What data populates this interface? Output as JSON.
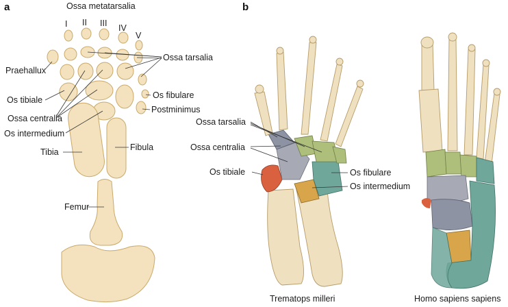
{
  "panel_a": {
    "letter": "a",
    "labels": {
      "ossa_metatarsalia": "Ossa metatarsalia",
      "digit_1": "I",
      "digit_2": "II",
      "digit_3": "III",
      "digit_4": "IV",
      "digit_5": "V",
      "praehallux": "Praehallux",
      "ossa_tarsalia": "Ossa tarsalia",
      "os_tibiale": "Os tibiale",
      "os_fibulare": "Os fibulare",
      "ossa_centralia": "Ossa centralia",
      "postminimus": "Postminimus",
      "os_intermedium": "Os intermedium",
      "tibia": "Tibia",
      "fibula": "Fibula",
      "femur": "Femur"
    }
  },
  "panel_b": {
    "letter": "b",
    "labels": {
      "ossa_tarsalia": "Ossa tarsalia",
      "ossa_centralia": "Ossa centralia",
      "os_tibiale": "Os tibiale",
      "os_fibulare": "Os fibulare",
      "os_intermedium": "Os intermedium"
    },
    "captions": {
      "trematops": "Trematops milleri",
      "homo": "Homo sapiens sapiens"
    }
  },
  "colors": {
    "bone_fill": "#f3e2bd",
    "tibiale": "#d9613f",
    "fibulare": "#6fa89b",
    "intermedium": "#d9a54a",
    "centralia": "#a7a9b5",
    "tarsalia": "#aebf7c"
  }
}
